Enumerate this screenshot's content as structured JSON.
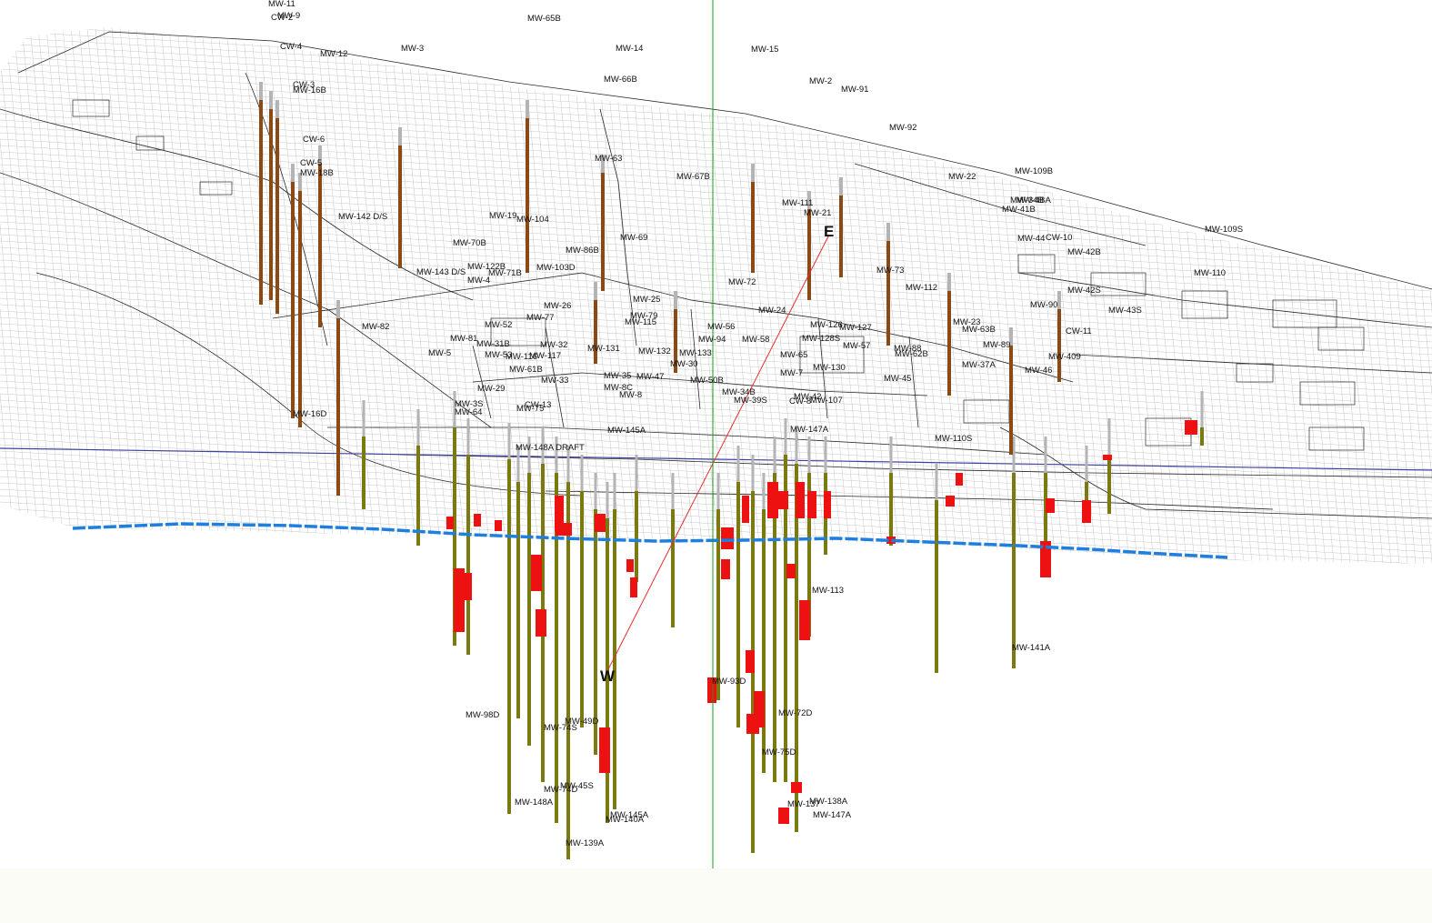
{
  "view": {
    "title": "",
    "direction_labels": {
      "east": "E",
      "west": "W"
    }
  },
  "colors": {
    "background": "#ffffff",
    "mesh": "#c8c8c8",
    "linework": "#2a2a2a",
    "deep_boring": "#7a7a10",
    "upland_boring": "#8b4a14",
    "casing": "#b4b4b4",
    "contamination": "#ee1111",
    "water_table": "#1e7fe0",
    "horizon_line": "#4040a0",
    "section_line": "#e03030",
    "vertical_guide": "#1a9a1a"
  },
  "wells": [
    "MW-11",
    "MW-9",
    "CW-2",
    "MW-65B",
    "CW-4",
    "MW-12",
    "MW-3",
    "MW-14",
    "MW-15",
    "MW-66B",
    "CW-3",
    "MW-16B",
    "MW-2",
    "MW-91",
    "MW-92",
    "CW-6",
    "CW-5",
    "MW-18B",
    "MW-63",
    "MW-67B",
    "MW-22",
    "MW-109B",
    "MW-111",
    "MW-34B",
    "MW-4BA",
    "MW-21",
    "MW-41B",
    "MW-142 D/S",
    "MW-19",
    "MW-104",
    "MW-109S",
    "MW-70B",
    "MW-69",
    "MW-44",
    "CW-10",
    "MW-86B",
    "MW-42B",
    "MW-122B",
    "MW-103D",
    "MW-143 D/S",
    "MW-71B",
    "MW-73",
    "MW-110",
    "MW-4",
    "MW-72",
    "MW-112",
    "MW-42S",
    "MW-26",
    "MW-25",
    "MW-43S",
    "MW-90",
    "MW-24",
    "MW-77",
    "MW-79",
    "MW-115",
    "MW-82",
    "MW-52",
    "MW-23",
    "MW-56",
    "MW-126",
    "MW-127",
    "MW-63B",
    "CW-11",
    "MW-81",
    "MW-94",
    "MW-58",
    "MW-31B",
    "MW-32",
    "MW-131",
    "MW-128S",
    "MW-57",
    "MW-5",
    "MW-88",
    "MW-132",
    "MW-133",
    "MW-53",
    "MW-62B",
    "MW-89",
    "MW-116",
    "MW-409",
    "MW-117",
    "MW-65",
    "MW-37A",
    "MW-61B",
    "MW-30",
    "MW-130",
    "MW-33",
    "MW-50B",
    "MW-46",
    "MW-35",
    "MW-47",
    "MW-45",
    "MW-29",
    "MW-8C",
    "MW-7",
    "MW-34B",
    "MW-8",
    "MW-42",
    "CW-13",
    "MW-3S",
    "MW-75",
    "MW-39S",
    "CW-8",
    "MW-107",
    "MW-64",
    "MW-16D",
    "MW-110S",
    "MW-145A",
    "MW-147A",
    "MW-148A DRAFT",
    "MW-113",
    "MW-141A",
    "MW-93D",
    "MW-98D",
    "MW-49D",
    "MW-74S",
    "MW-72D",
    "MW-75D",
    "MW-45S",
    "MW-74D",
    "MW-148A",
    "MW-138A",
    "MW-137",
    "MW-147A",
    "MW-145A",
    "MW-140A",
    "MW-139A"
  ]
}
